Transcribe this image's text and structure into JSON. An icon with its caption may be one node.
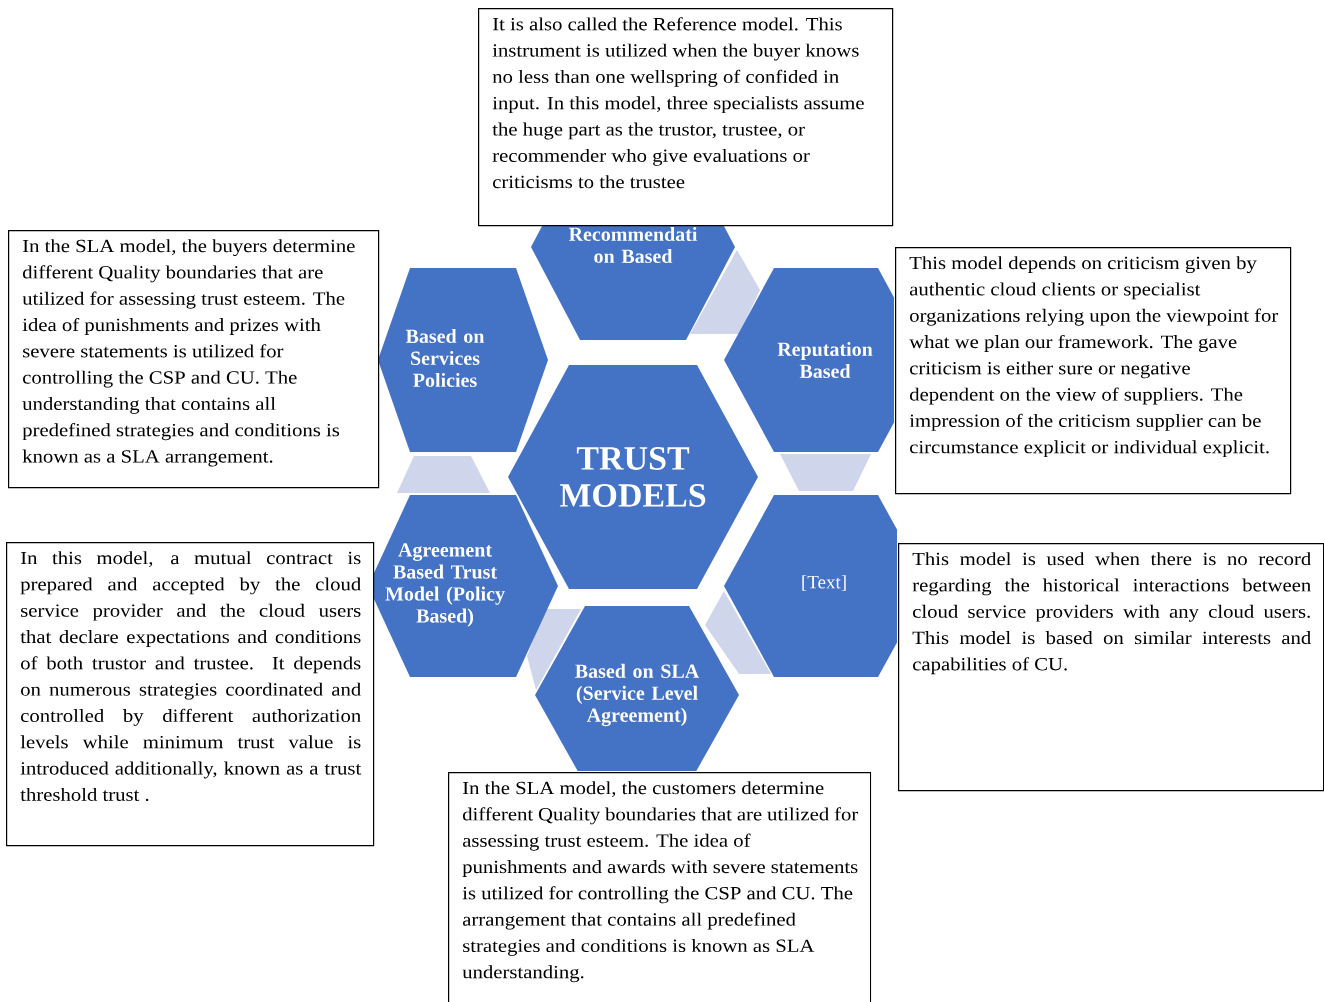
{
  "diagram": {
    "nodes": [
      {
        "text": [
          "It is also called the Reference model. This instrument is utilized when the buyer knows no less than one wellspring of confided in input. In this model, three specialists assume the huge part as the trustor, trustee, or recommender who give evaluations or criticisms to the trustee"
        ]
      },
      {
        "text": [
          "Recommendati on Based"
        ]
      },
      {
        "text": [
          "In the SLA model, the buyers determine different Quality boundaries that are utilized for assessing trust esteem. The idea of punishments and prizes with severe statements is utilized for controlling the CSP and CU. The understanding that contains all predefined strategies and conditions is known as a SLA arrangement."
        ]
      },
      {
        "text": [
          "Based on Services Policies"
        ]
      },
      {
        "text": [
          "Reputation Based"
        ]
      },
      {
        "text": [
          "This model depends on criticism given by authentic cloud clients or specialist organizations relying upon the viewpoint for what we plan our framework. The gave criticism is either sure or negative dependent on the view of suppliers. The impression of the criticism supplier can be circumstance explicit or individual explicit."
        ]
      },
      {
        "text": [
          "TRUST MODELS"
        ]
      },
      {
        "text": [
          "In this model, a mutual contract is prepared and accepted by the cloud service provider and the cloud users that declare expectations and conditions of both trustor and trustee. It depends on numerous strategies coordinated and controlled by different authorization levels while minimum trust value is introduced additionally, known as a trust threshold trust ."
        ]
      },
      {
        "text": [
          "Agreement Based Trust Model (Policy Based)"
        ]
      },
      {
        "text": [
          "[Text]"
        ]
      },
      {
        "text": [
          "This model is used when there is no record regarding the historical interactions between cloud service providers with any cloud users. This model is based on similar interests and capabilities of CU."
        ]
      },
      {
        "text": [
          "Based on SLA (Service Level Agreement)"
        ]
      },
      {
        "text": [
          "In the SLA model, the customers determine different Quality boundaries that are utilized for assessing trust esteem. The idea of punishments and awards with severe statements is utilized for controlling the CSP and CU. The arrangement that contains all predefined strategies and conditions is known as SLA understanding."
        ]
      },
      {
        "text": [],
        "shape": "band"
      },
      {
        "text": [],
        "shape": "band"
      },
      {
        "text": [],
        "shape": "band"
      },
      {
        "text": [],
        "shape": "band"
      },
      {
        "text": [],
        "shape": "band"
      }
    ]
  }
}
